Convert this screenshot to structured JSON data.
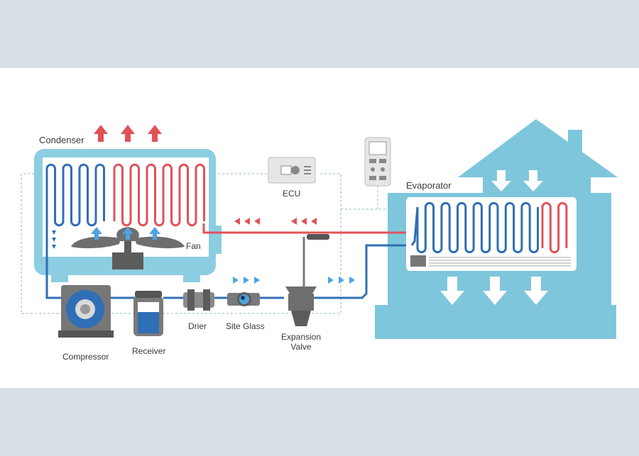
{
  "labels": {
    "condenser": "Condenser",
    "fan": "Fan",
    "ecu": "ECU",
    "evaporator": "Evaporator",
    "compressor": "Compressor",
    "receiver": "Receiver",
    "drier": "Drier",
    "site_glass": "Site Glass",
    "expansion_valve_line1": "Expansion",
    "expansion_valve_line2": "Valve"
  },
  "colors": {
    "hot": "#e05258",
    "cold": "#2f6fb5",
    "cold_light": "#4fa3e0",
    "unit": "#8ccde2",
    "house": "#7ec6dc",
    "gray": "#6e6e6e",
    "band": "#d6e0e6"
  },
  "icons": [
    "fan-icon",
    "compressor-icon",
    "receiver-icon",
    "drier-icon",
    "sight-glass-icon",
    "expansion-valve-icon",
    "ecu-icon",
    "remote-control-icon",
    "house-icon",
    "flow-arrow-icon"
  ]
}
